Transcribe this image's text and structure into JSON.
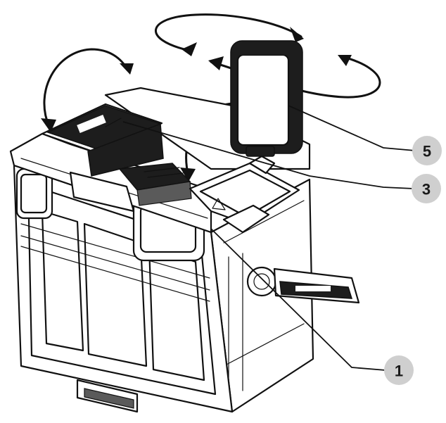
{
  "callouts": [
    {
      "id": "5",
      "label": "5"
    },
    {
      "id": "3",
      "label": "3"
    },
    {
      "id": "1",
      "label": "1"
    }
  ],
  "icons": [
    "rotation-arrow-icon",
    "flip-arrow-icon",
    "tray-lift-arrow-icon"
  ],
  "colors": {
    "ink": "#111111",
    "callout_fill": "#cfcfcf",
    "background": "#ffffff"
  }
}
